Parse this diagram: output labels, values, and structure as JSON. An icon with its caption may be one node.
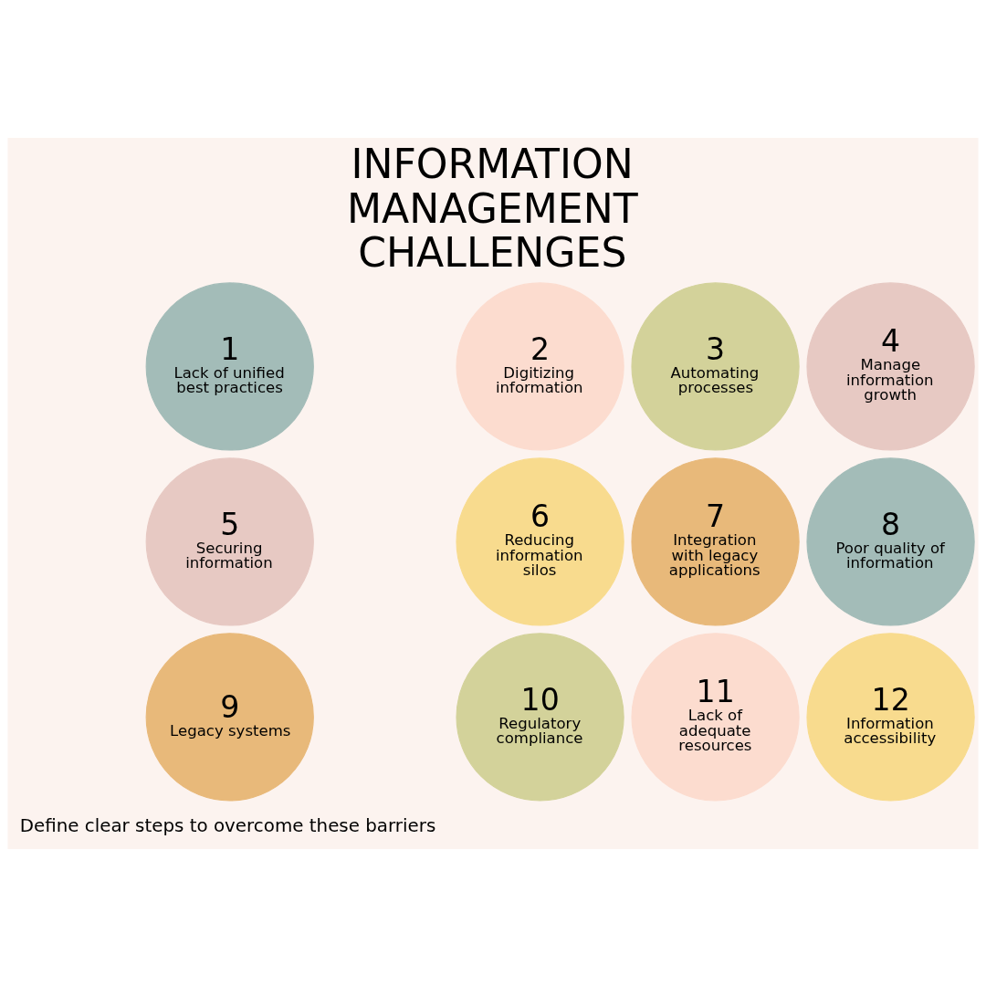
{
  "diagram": {
    "title": "INFORMATION MANAGEMENT CHALLENGES",
    "caption": "Define clear steps to overcome these barriers",
    "nodes": [
      {
        "text": [
          "1",
          "Lack of unified best practices"
        ]
      },
      {
        "text": [
          "2",
          "Digitizing information"
        ]
      },
      {
        "text": [
          "3",
          "Automating processes"
        ]
      },
      {
        "text": [
          "4",
          "Manage information growth"
        ]
      },
      {
        "text": [
          "5",
          "Securing information"
        ]
      },
      {
        "text": [
          "6",
          "Reducing information silos"
        ]
      },
      {
        "text": [
          "7",
          "Integration with legacy applications"
        ]
      },
      {
        "text": [
          "8",
          "Poor quality of information"
        ]
      },
      {
        "text": [
          "9",
          "Legacy systems"
        ]
      },
      {
        "text": [
          "10",
          "Regulatory compliance"
        ]
      },
      {
        "text": [
          "11",
          "Lack of adequate resources"
        ]
      },
      {
        "text": [
          "12",
          "Information accessibility"
        ]
      }
    ],
    "edges": []
  }
}
